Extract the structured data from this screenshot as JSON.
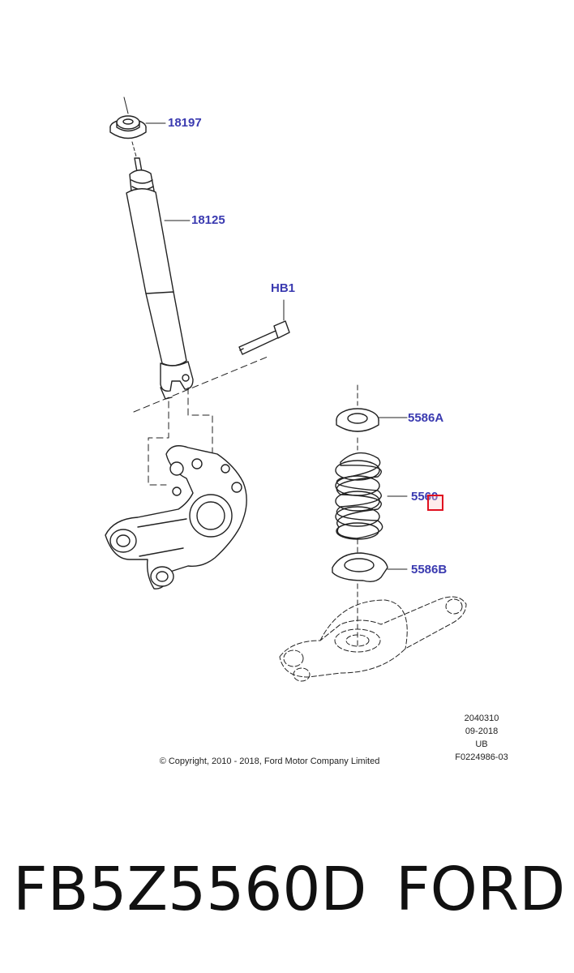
{
  "callouts": {
    "c1": "18197",
    "c2": "18125",
    "c3": "HB1",
    "c4": "5586A",
    "c5": "5560",
    "c6": "5586B"
  },
  "meta": {
    "code": "2040310",
    "date": "09-2018",
    "region": "UB",
    "drawing_id": "F0224986-03"
  },
  "copyright": "© Copyright, 2010 - 2018, Ford Motor Company Limited",
  "footer": {
    "part_number": "FB5Z5560D",
    "brand": "FORD"
  },
  "colors": {
    "callout": "#3a3ab0",
    "highlight": "#e01020"
  }
}
